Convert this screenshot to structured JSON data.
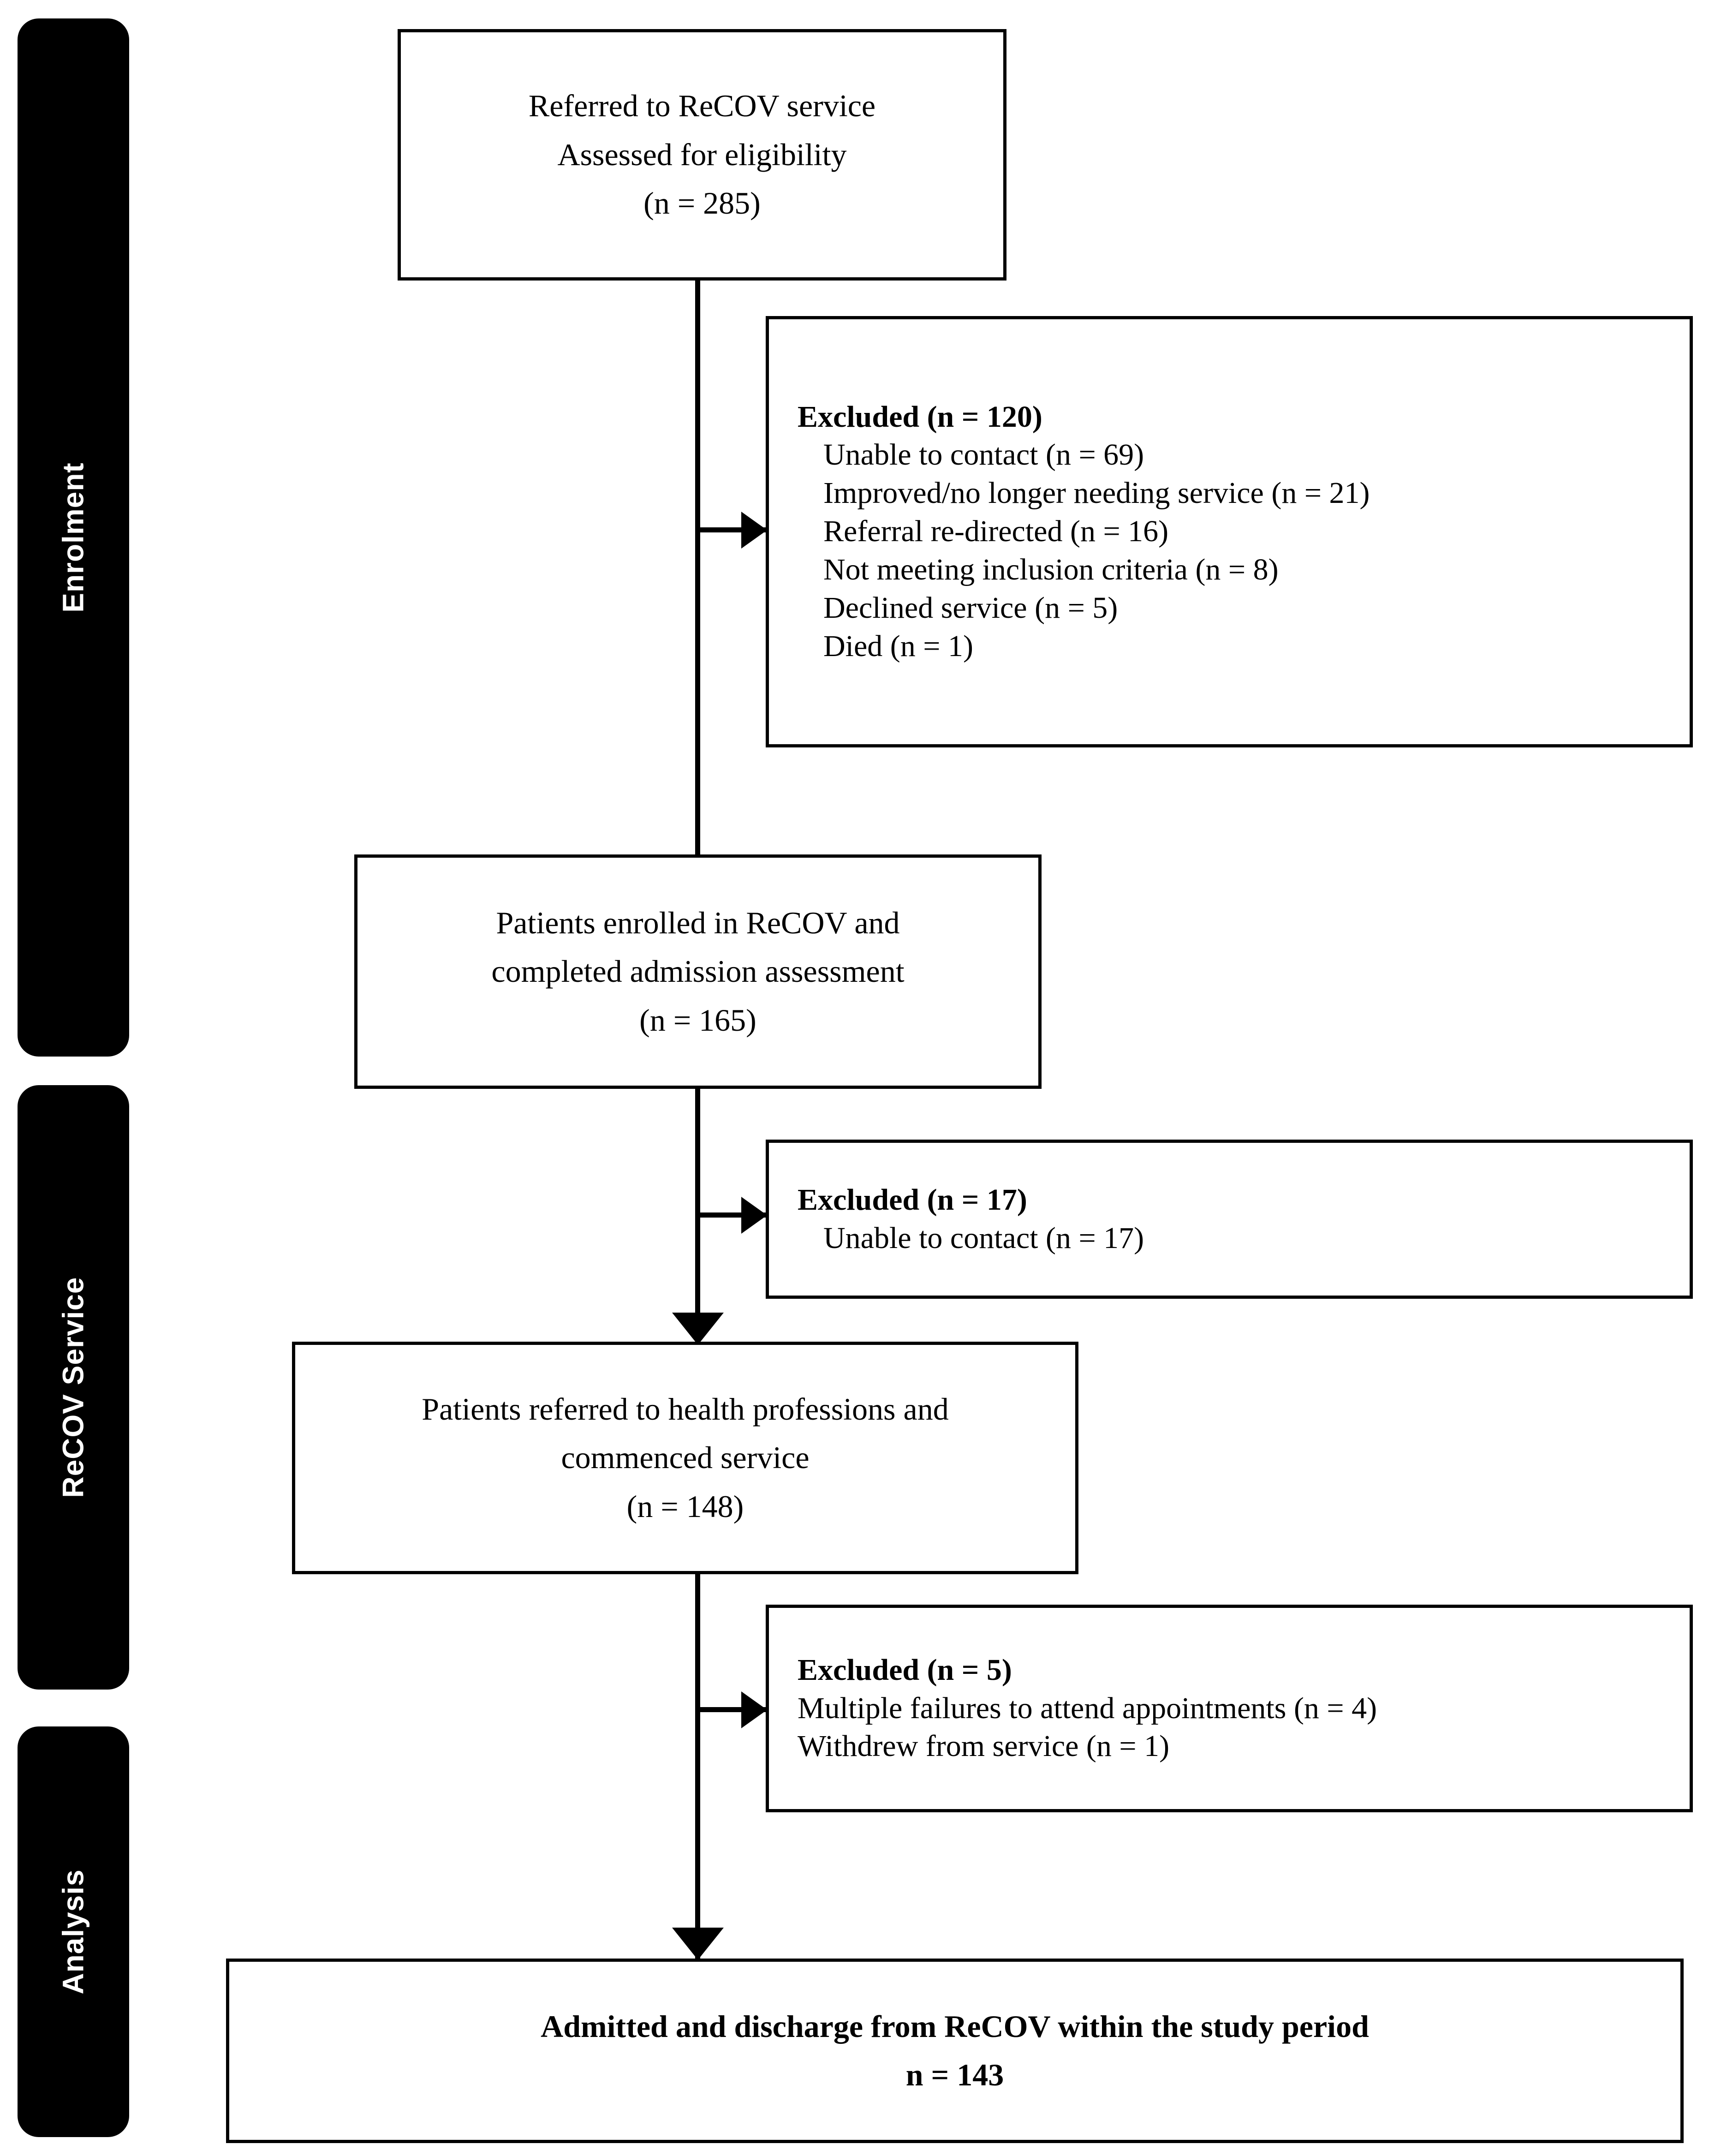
{
  "stages": [
    {
      "label": "Enrolment"
    },
    {
      "label": "ReCOV Service"
    },
    {
      "label": "Analysis"
    }
  ],
  "flow": {
    "box_referred": {
      "lines": [
        "Referred to ReCOV service",
        "Assessed for eligibility",
        "(n = 285)"
      ]
    },
    "box_excluded_1": {
      "heading": "Excluded (n = 120)",
      "reasons": [
        "Unable to contact (n = 69)",
        "Improved/no longer needing service (n = 21)",
        "Referral re-directed (n = 16)",
        "Not meeting inclusion criteria (n = 8)",
        "Declined service (n = 5)",
        "Died (n = 1)"
      ]
    },
    "box_enrolled": {
      "lines": [
        "Patients enrolled in ReCOV and",
        "completed admission assessment",
        "(n = 165)"
      ]
    },
    "box_excluded_2": {
      "heading": "Excluded (n = 17)",
      "reasons": [
        "Unable to contact (n = 17)"
      ]
    },
    "box_commenced": {
      "lines": [
        "Patients referred to health professions and",
        "commenced service",
        "(n = 148)"
      ]
    },
    "box_excluded_3": {
      "heading": "Excluded (n = 5)",
      "reasons": [
        "Multiple failures to attend appointments (n = 4)",
        "Withdrew from service (n = 1)"
      ]
    },
    "box_final": {
      "lines": [
        "Admitted and discharge from ReCOV within the study period",
        "n = 143"
      ]
    }
  },
  "colors": {
    "stroke": "#000000",
    "stage_bar": "#000000",
    "stage_text": "#ffffff",
    "background": "#ffffff"
  },
  "chart_data": {
    "type": "table",
    "title": "ReCOV service participant flow (CONSORT-style flow diagram)",
    "stages": [
      "Enrolment",
      "ReCOV Service",
      "Analysis"
    ],
    "nodes": [
      {
        "id": "referred",
        "stage": "Enrolment",
        "label": "Referred to ReCOV service / Assessed for eligibility",
        "n": 285
      },
      {
        "id": "excluded1",
        "stage": "Enrolment",
        "label": "Excluded",
        "n": 120,
        "breakdown": [
          {
            "reason": "Unable to contact",
            "n": 69
          },
          {
            "reason": "Improved/no longer needing service",
            "n": 21
          },
          {
            "reason": "Referral re-directed",
            "n": 16
          },
          {
            "reason": "Not meeting inclusion criteria",
            "n": 8
          },
          {
            "reason": "Declined service",
            "n": 5
          },
          {
            "reason": "Died",
            "n": 1
          }
        ]
      },
      {
        "id": "enrolled",
        "stage": "ReCOV Service",
        "label": "Patients enrolled in ReCOV and completed admission assessment",
        "n": 165
      },
      {
        "id": "excluded2",
        "stage": "ReCOV Service",
        "label": "Excluded",
        "n": 17,
        "breakdown": [
          {
            "reason": "Unable to contact",
            "n": 17
          }
        ]
      },
      {
        "id": "commenced",
        "stage": "ReCOV Service",
        "label": "Patients referred to health professions and commenced service",
        "n": 148
      },
      {
        "id": "excluded3",
        "stage": "Analysis",
        "label": "Excluded",
        "n": 5,
        "breakdown": [
          {
            "reason": "Multiple failures to attend appointments",
            "n": 4
          },
          {
            "reason": "Withdrew from service",
            "n": 1
          }
        ]
      },
      {
        "id": "final",
        "stage": "Analysis",
        "label": "Admitted and discharge from ReCOV within the study period",
        "n": 143
      }
    ],
    "edges": [
      {
        "from": "referred",
        "to": "excluded1",
        "type": "exclusion"
      },
      {
        "from": "referred",
        "to": "enrolled",
        "type": "flow"
      },
      {
        "from": "enrolled",
        "to": "excluded2",
        "type": "exclusion"
      },
      {
        "from": "enrolled",
        "to": "commenced",
        "type": "flow"
      },
      {
        "from": "commenced",
        "to": "excluded3",
        "type": "exclusion"
      },
      {
        "from": "commenced",
        "to": "final",
        "type": "flow"
      }
    ]
  }
}
